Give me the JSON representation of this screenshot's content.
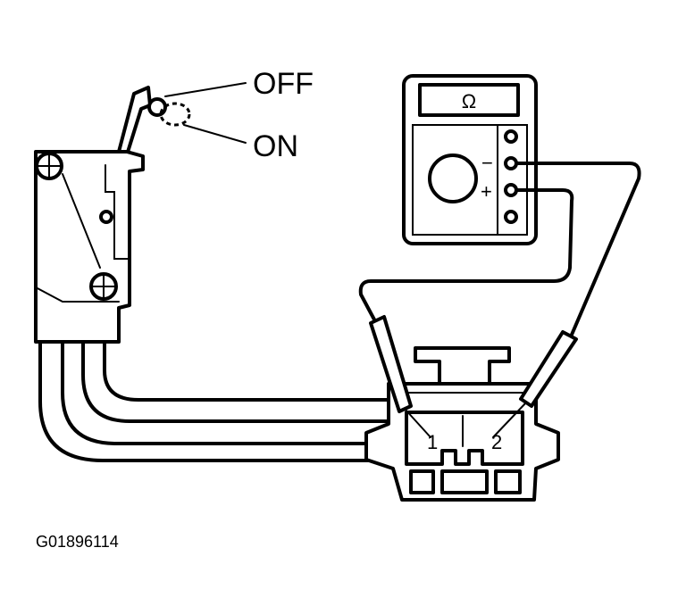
{
  "switch": {
    "off_label": "OFF",
    "on_label": "ON"
  },
  "meter": {
    "display_symbol": "Ω",
    "minus_label": "−",
    "plus_label": "+"
  },
  "connector": {
    "terminal_1": "1",
    "terminal_2": "2"
  },
  "figure_id": "G01896114"
}
